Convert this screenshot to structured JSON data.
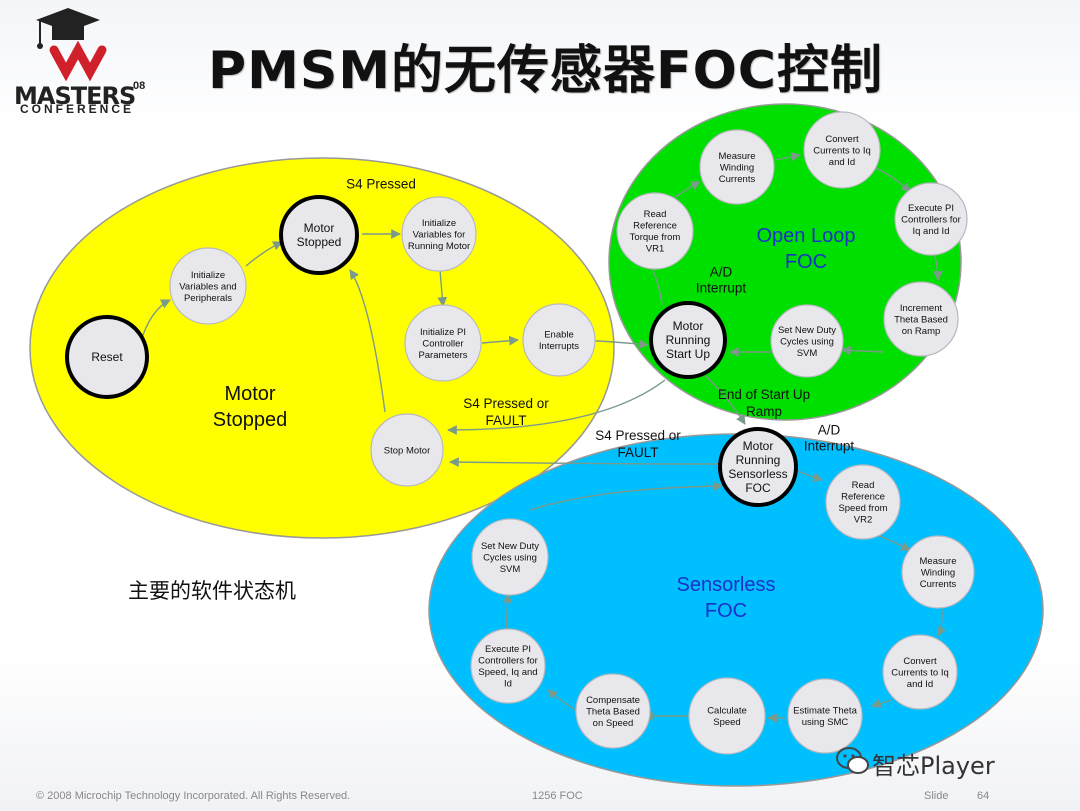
{
  "header": {
    "title": "PMSM的无传感器FOC控制",
    "logo_word": "MASTERS",
    "logo_year": "08",
    "logo_sub": "CONFERENCE"
  },
  "caption": "主要的软件状态机",
  "footer": {
    "copyright": "© 2008 Microchip Technology Incorporated. All Rights Reserved.",
    "course": "1256 FOC",
    "slide_label": "Slide",
    "slide_number": "64"
  },
  "watermark": "智芯Player",
  "colors": {
    "stopped_region": "#ffff00",
    "openloop_region": "#00e000",
    "sensorless_region": "#00bfff",
    "node_fill": "#e8e8ec",
    "label_blue": "#1a32c8"
  },
  "regions": {
    "stopped": [
      "Motor",
      "Stopped"
    ],
    "openloop": [
      "Open Loop",
      "FOC"
    ],
    "sensorless": [
      "Sensorless",
      "FOC"
    ]
  },
  "states": {
    "reset": [
      "Reset"
    ],
    "motor_stopped": [
      "Motor",
      "Stopped"
    ],
    "init_vars_periph": [
      "Initialize",
      "Variables and",
      "Peripherals"
    ],
    "init_vars_running": [
      "Initialize",
      "Variables for",
      "Running Motor"
    ],
    "init_pi": [
      "Initialize PI",
      "Controller",
      "Parameters"
    ],
    "enable_interrupts": [
      "Enable",
      "Interrupts"
    ],
    "stop_motor": [
      "Stop Motor"
    ],
    "motor_running_startup": [
      "Motor",
      "Running",
      "Start Up"
    ],
    "measure_winding_ol": [
      "Measure",
      "Winding",
      "Currents"
    ],
    "convert_currents_ol": [
      "Convert",
      "Currents to Iq",
      "and Id"
    ],
    "execute_pi_ol": [
      "Execute PI",
      "Controllers for",
      "Iq and Id"
    ],
    "read_ref_torque": [
      "Read",
      "Reference",
      "Torque from",
      "VR1"
    ],
    "increment_theta": [
      "Increment",
      "Theta Based",
      "on Ramp"
    ],
    "set_duty_ol": [
      "Set New Duty",
      "Cycles using",
      "SVM"
    ],
    "motor_running_sensorless": [
      "Motor",
      "Running",
      "Sensorless",
      "FOC"
    ],
    "read_ref_speed": [
      "Read",
      "Reference",
      "Speed from",
      "VR2"
    ],
    "set_duty_sl": [
      "Set New Duty",
      "Cycles using",
      "SVM"
    ],
    "measure_winding_sl": [
      "Measure",
      "Winding",
      "Currents"
    ],
    "execute_pi_sl": [
      "Execute PI",
      "Controllers for",
      "Speed, Iq and",
      "Id"
    ],
    "convert_currents_sl": [
      "Convert",
      "Currents to Iq",
      "and Id"
    ],
    "compensate_theta": [
      "Compensate",
      "Theta Based",
      "on Speed"
    ],
    "calculate_speed": [
      "Calculate",
      "Speed"
    ],
    "estimate_theta": [
      "Estimate Theta",
      "using SMC"
    ]
  },
  "transitions": {
    "s4_pressed": [
      "S4 Pressed"
    ],
    "ad_interrupt_ol": [
      "A/D",
      "Interrupt"
    ],
    "s4_fault_1": [
      "S4 Pressed or",
      "FAULT"
    ],
    "end_startup": [
      "End of Start Up",
      "Ramp"
    ],
    "s4_fault_2": [
      "S4 Pressed or",
      "FAULT"
    ],
    "ad_interrupt_sl": [
      "A/D",
      "Interrupt"
    ]
  }
}
